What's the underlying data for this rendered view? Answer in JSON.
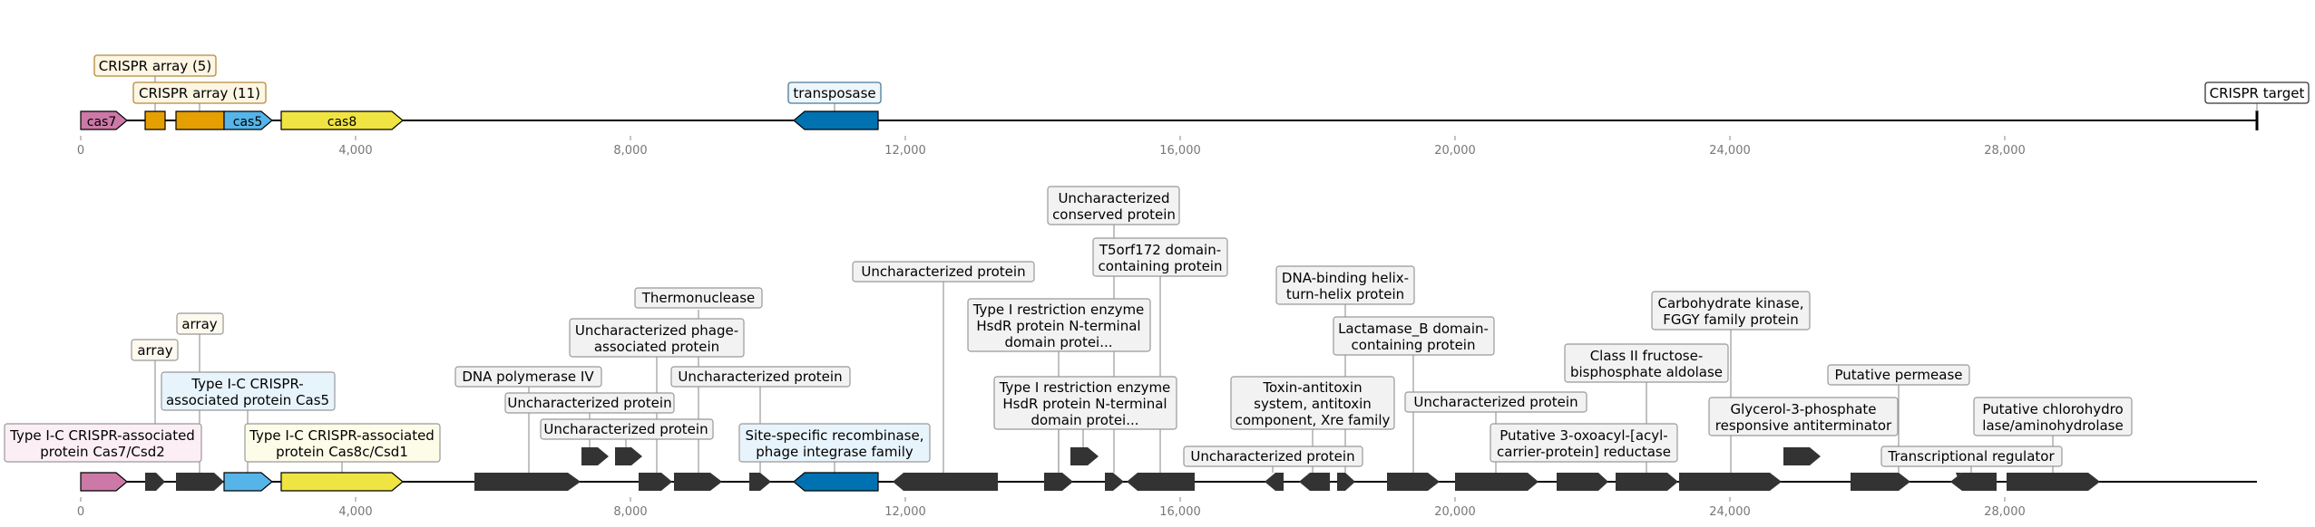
{
  "colors": {
    "cas7": "#cc79a7",
    "array": "#e69f00",
    "cas5": "#56b4e9",
    "cas8": "#f0e442",
    "transposase": "#0072b2",
    "other": "#333333",
    "target": "#000000"
  },
  "axis": {
    "ticks": [
      "0",
      "4,000",
      "8,000",
      "12,000",
      "16,000",
      "20,000",
      "24,000",
      "28,000"
    ]
  },
  "top_track": {
    "labels": {
      "array5": "CRISPR array (5)",
      "array11": "CRISPR array (11)",
      "transposase": "transposase",
      "target": "CRISPR target",
      "cas7": "cas7",
      "cas5": "cas5",
      "cas8": "cas8"
    }
  },
  "bottom_track": {
    "labels": {
      "cas7": "Type I-C CRISPR-associated|protein Cas7/Csd2",
      "arrayA": "array",
      "arrayB": "array",
      "cas5": "Type I-C CRISPR-|associated protein Cas5",
      "cas8": "Type I-C CRISPR-associated|protein Cas8c/Csd1",
      "polIV": "DNA polymerase IV",
      "unc1": "Uncharacterized protein",
      "unc2": "Uncharacterized protein",
      "phage": "Uncharacterized phage-|associated protein",
      "thermo": "Thermonuclease",
      "unc3": "Uncharacterized protein",
      "recomb": "Site-specific recombinase,|phage integrase family",
      "unc4": "Uncharacterized protein",
      "hsdr1": "Type I restriction enzyme|HsdR protein N-terminal|domain protei...",
      "hsdr2": "Type I restriction enzyme|HsdR protein N-terminal|domain protei...",
      "conserved": "Uncharacterized|conserved protein",
      "t5orf": "T5orf172 domain-|containing protein",
      "unc5": "Uncharacterized protein",
      "toxin": "Toxin-antitoxin|system, antitoxin|component, Xre family",
      "hth": "DNA-binding helix-|turn-helix protein",
      "lactamase": "Lactamase_B domain-|containing protein",
      "unc6": "Uncharacterized protein",
      "oxoacyl": "Putative 3-oxoacyl-[acyl-|carrier-protein] reductase",
      "aldolase": "Class II fructose-|bisphosphate aldolase",
      "kinase": "Carbohydrate kinase,|FGGY family protein",
      "glycerol": "Glycerol-3-phosphate|responsive antiterminator",
      "permease": "Putative permease",
      "transcr": "Transcriptional regulator",
      "chloro": "Putative chlorohydro|lase/aminohydrolase"
    }
  }
}
